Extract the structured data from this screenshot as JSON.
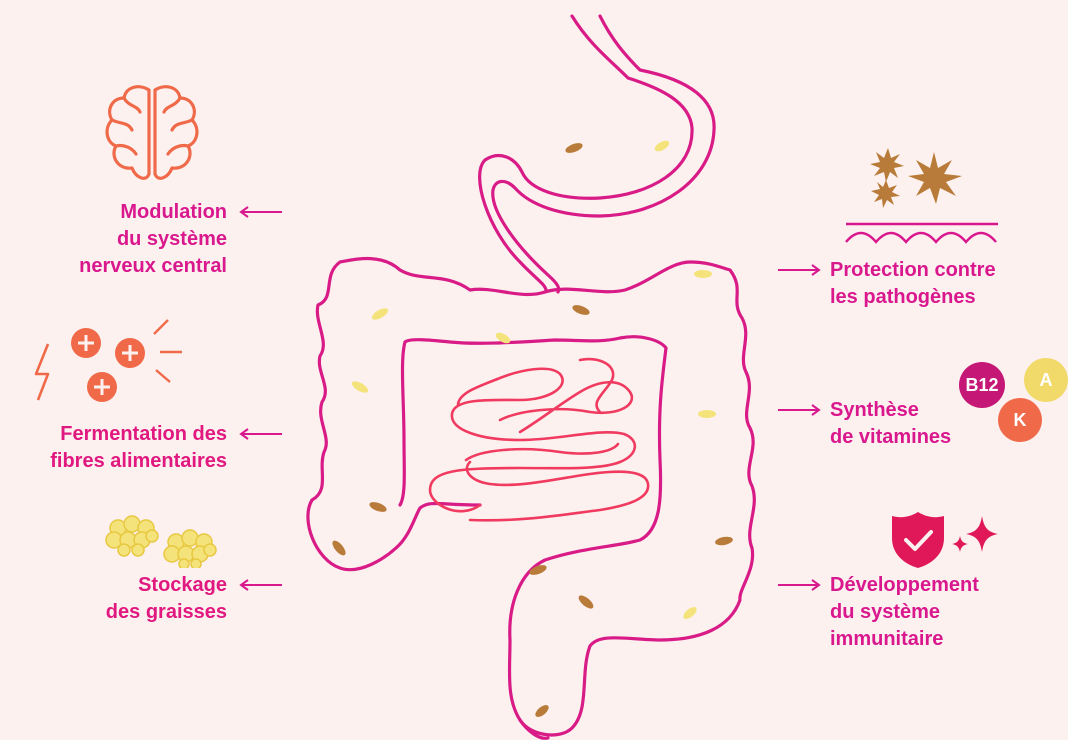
{
  "labels": {
    "brain": [
      "Modulation",
      "du système",
      "nerveux central"
    ],
    "fermentation": [
      "Fermentation des",
      "fibres alimentaires"
    ],
    "fat": [
      "Stockage",
      "des graisses"
    ],
    "protection": [
      "Protection contre",
      "les pathogènes"
    ],
    "vitamins": [
      "Synthèse",
      "de vitamines"
    ],
    "immune": [
      "Développement",
      "du système",
      "immunitaire"
    ]
  },
  "vitamin_badges": {
    "b12": "B12",
    "a": "A",
    "k": "K"
  },
  "icons": {
    "brain": "brain-icon",
    "fermentation": "fermentation-icon",
    "fat": "fat-cells-icon",
    "protection": "pathogen-barrier-icon",
    "immune": "shield-check-icon"
  },
  "colors": {
    "background": "#fcf1ef",
    "text_pink": "#d9188e",
    "gut_outline": "#d81b86",
    "small_intestine": "#f03a5f",
    "orange": "#f06a4a",
    "yellow": "#f4e37a",
    "bacteria_brown": "#b97b3a"
  }
}
